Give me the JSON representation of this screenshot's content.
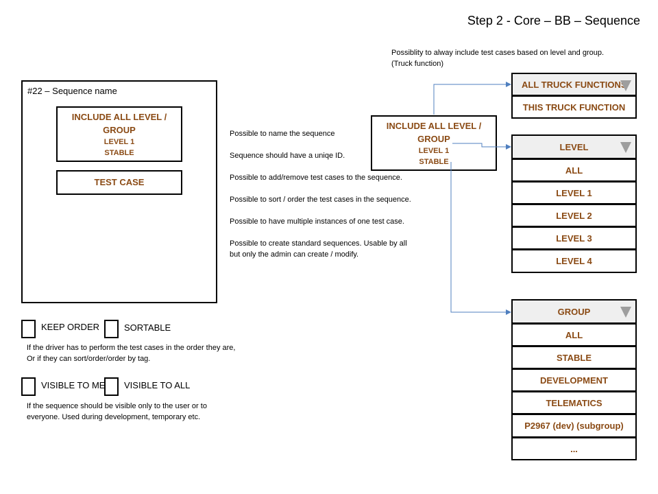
{
  "title": "Step 2 - Core – BB – Sequence",
  "top_note": {
    "line1": "Possiblity to alway include test cases based on level and group.",
    "line2": "(Truck function)"
  },
  "sequence_frame": {
    "title": "#22 – Sequence name",
    "include_box": {
      "line1": "INCLUDE ALL LEVEL /",
      "line2": "GROUP",
      "level": "LEVEL 1",
      "group": "STABLE"
    },
    "test_case_label": "TEST CASE"
  },
  "center_include_box": {
    "line1": "INCLUDE ALL LEVEL /",
    "line2": "GROUP",
    "level": "LEVEL 1",
    "group": "STABLE"
  },
  "notes": [
    "Possible to name the sequence",
    "Sequence should have a uniqe ID.",
    "Possible to add/remove test cases to the sequence.",
    "Possible to sort / order the test cases in the sequence.",
    "Possible to have multiple instances of one test case.",
    "Possible to create standard sequences.  Usable by all",
    "but only the  admin can create / modify."
  ],
  "checkboxes": {
    "keep_order": "KEEP ORDER",
    "sortable": "SORTABLE",
    "order_note_1": "If the driver has to perform the test cases in the order they are,",
    "order_note_2": "Or if they  can sort/order/order by tag.",
    "visible_to_me": "VISIBLE TO ME",
    "visible_to_all": "VISIBLE TO ALL",
    "visibility_note_1": "If the sequence should be visible only to the  user or to",
    "visibility_note_2": "everyone.  Used during development,  temporary  etc."
  },
  "truck_dropdown": {
    "selected": "ALL TRUCK FUNCTIONS",
    "options": [
      "THIS TRUCK FUNCTION"
    ]
  },
  "level_dropdown": {
    "selected": "LEVEL",
    "options": [
      "ALL",
      "LEVEL 1",
      "LEVEL 2",
      "LEVEL 3",
      "LEVEL 4"
    ]
  },
  "group_dropdown": {
    "selected": "GROUP",
    "options": [
      "ALL",
      "STABLE",
      "DEVELOPMENT",
      "TELEMATICS",
      "P2967 (dev) (subgroup)",
      "..."
    ]
  },
  "colors": {
    "accent_text": "#8a4a14",
    "connector": "#4f7fbf",
    "dropdown_header": "#efefef",
    "dropdown_arrow": "#9e9e9e"
  },
  "icons": {
    "dropdown_arrow": "triangle-down-icon"
  }
}
